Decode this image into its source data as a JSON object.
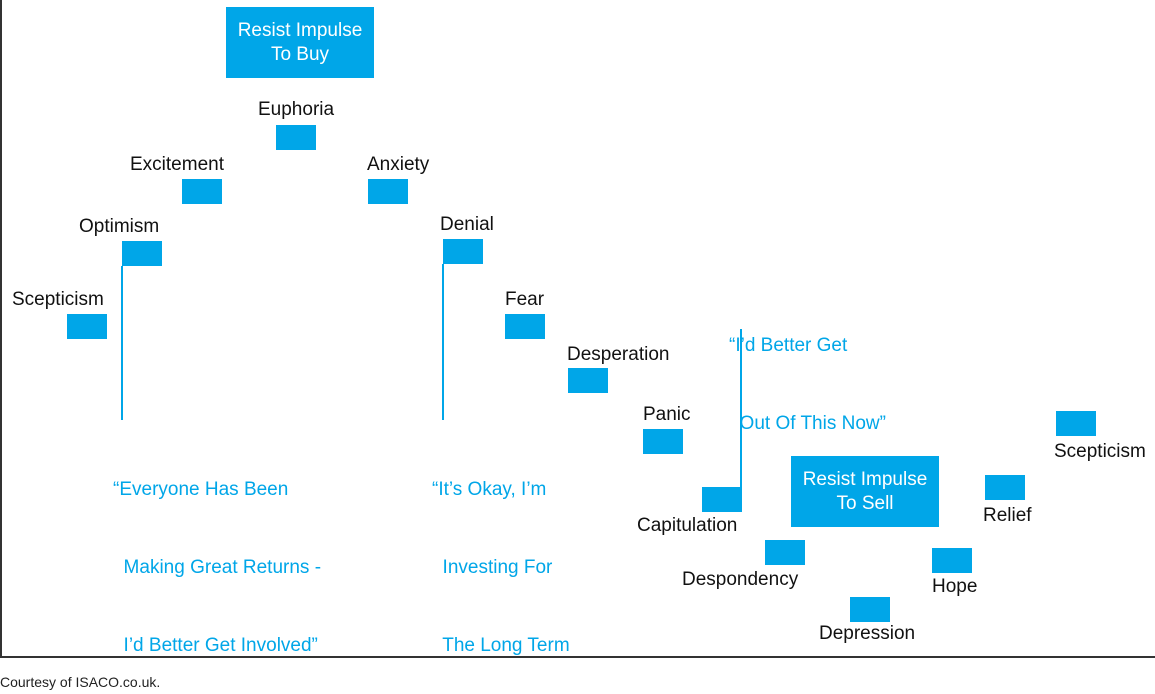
{
  "diagram": {
    "stages": [
      {
        "key": "scepticism-1",
        "label": "Scepticism"
      },
      {
        "key": "optimism",
        "label": "Optimism"
      },
      {
        "key": "excitement",
        "label": "Excitement"
      },
      {
        "key": "euphoria",
        "label": "Euphoria"
      },
      {
        "key": "anxiety",
        "label": "Anxiety"
      },
      {
        "key": "denial",
        "label": "Denial"
      },
      {
        "key": "fear",
        "label": "Fear"
      },
      {
        "key": "desperation",
        "label": "Desperation"
      },
      {
        "key": "panic",
        "label": "Panic"
      },
      {
        "key": "capitulation",
        "label": "Capitulation"
      },
      {
        "key": "despondency",
        "label": "Despondency"
      },
      {
        "key": "depression",
        "label": "Depression"
      },
      {
        "key": "hope",
        "label": "Hope"
      },
      {
        "key": "relief",
        "label": "Relief"
      },
      {
        "key": "scepticism-2",
        "label": "Scepticism"
      }
    ],
    "callouts": {
      "buy": {
        "line1": "Resist Impulse",
        "line2": "To Buy"
      },
      "sell": {
        "line1": "Resist Impulse",
        "line2": "To Sell"
      }
    },
    "quotes": {
      "optimism": {
        "line1": "“Everyone Has Been",
        "line2": "  Making Great Returns -",
        "line3": "  I’d Better Get Involved”"
      },
      "denial": {
        "line1": "“It’s Okay, I’m",
        "line2": "  Investing For",
        "line3": "  The Long Term"
      },
      "capitulation": {
        "line1": "“I’d Better Get",
        "line2": "  Out Of This Now”"
      }
    },
    "credit": "Courtesy of ISACO.co.uk.",
    "colors": {
      "accent": "#00a6e8",
      "text": "#111111",
      "frame": "#333333"
    }
  }
}
